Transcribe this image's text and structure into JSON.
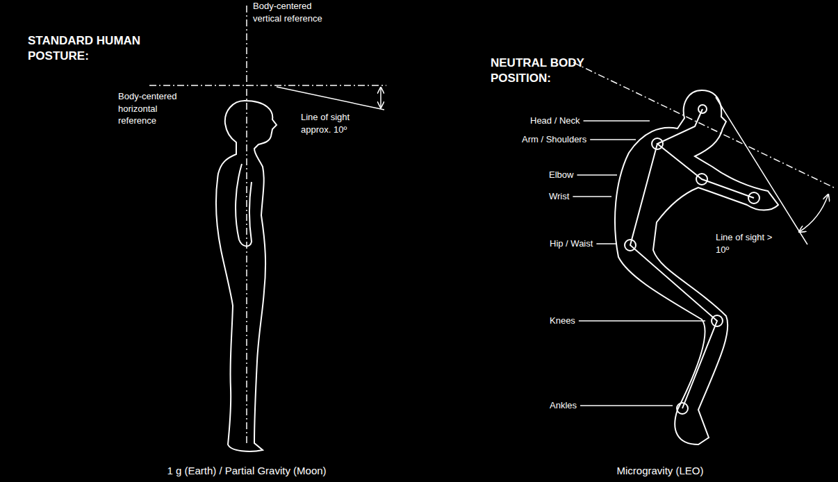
{
  "diagram": {
    "labels": [
      "STANDARD HUMAN POSTURE:",
      "Body-centered vertical reference",
      "Body-centered horizontal reference",
      "Line of sight approx. 10º",
      "1 g (Earth) / Partial Gravity (Moon)",
      "NEUTRAL BODY POSITION:",
      "Head / Neck",
      "Arm / Shoulders",
      "Elbow",
      "Wrist",
      "Hip / Waist",
      "Knees",
      "Ankles",
      "Line of sight > 10º",
      "Microgravity (LEO)"
    ]
  }
}
